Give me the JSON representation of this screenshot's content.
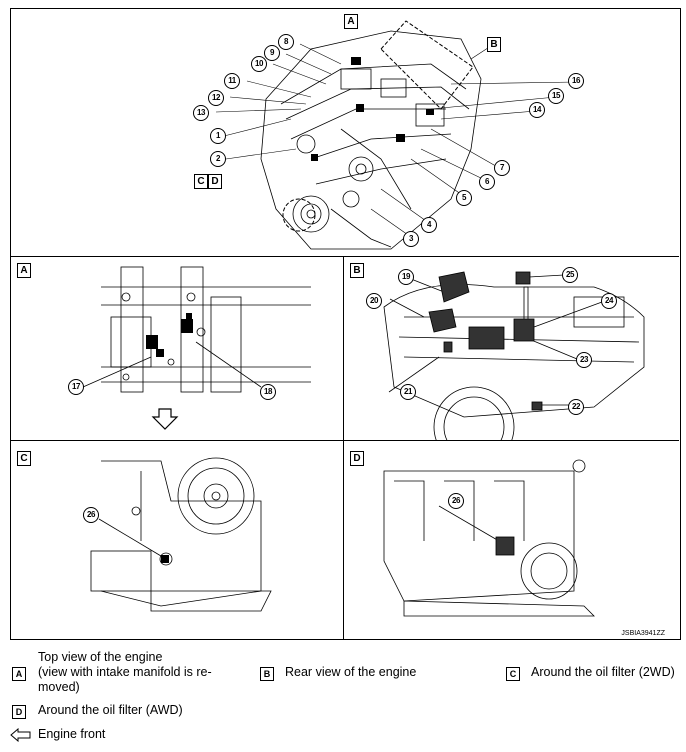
{
  "panels": {
    "main": {
      "tag_a": "A",
      "tag_b": "B",
      "tag_c": "C",
      "tag_d": "D"
    },
    "a": {
      "tag": "A"
    },
    "b": {
      "tag": "B"
    },
    "c": {
      "tag": "C"
    },
    "d": {
      "tag": "D"
    }
  },
  "callouts": [
    "1",
    "2",
    "3",
    "4",
    "5",
    "6",
    "7",
    "8",
    "9",
    "10",
    "11",
    "12",
    "13",
    "14",
    "15",
    "16",
    "17",
    "18",
    "19",
    "20",
    "21",
    "22",
    "23",
    "24",
    "25",
    "26"
  ],
  "drawing_code": "JSBIA3941ZZ",
  "legend": {
    "a_tag": "A",
    "a_text": "Top view of the engine (view with intake manifold is re- moved)",
    "a_line1": "Top view of the engine",
    "a_line2": "(view with intake manifold is re-",
    "a_line3": "moved)",
    "b_tag": "B",
    "b_text": "Rear view of the engine",
    "c_tag": "C",
    "c_text": "Around the oil filter (2WD)",
    "d_tag": "D",
    "d_text": "Around the oil filter (AWD)",
    "arrow_icon": "hollow-left-arrow-icon",
    "arrow_text": "Engine front"
  }
}
